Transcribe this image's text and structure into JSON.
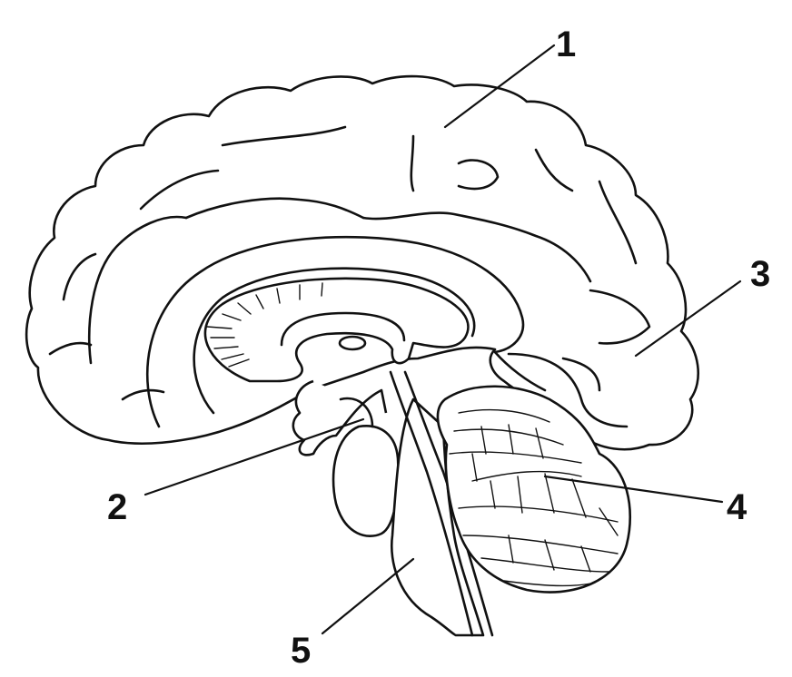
{
  "labels": {
    "label_1": "1",
    "label_2": "2",
    "label_3": "3",
    "label_4": "4",
    "label_5": "5"
  },
  "colors": {
    "ink": "#111111",
    "background": "#ffffff"
  }
}
